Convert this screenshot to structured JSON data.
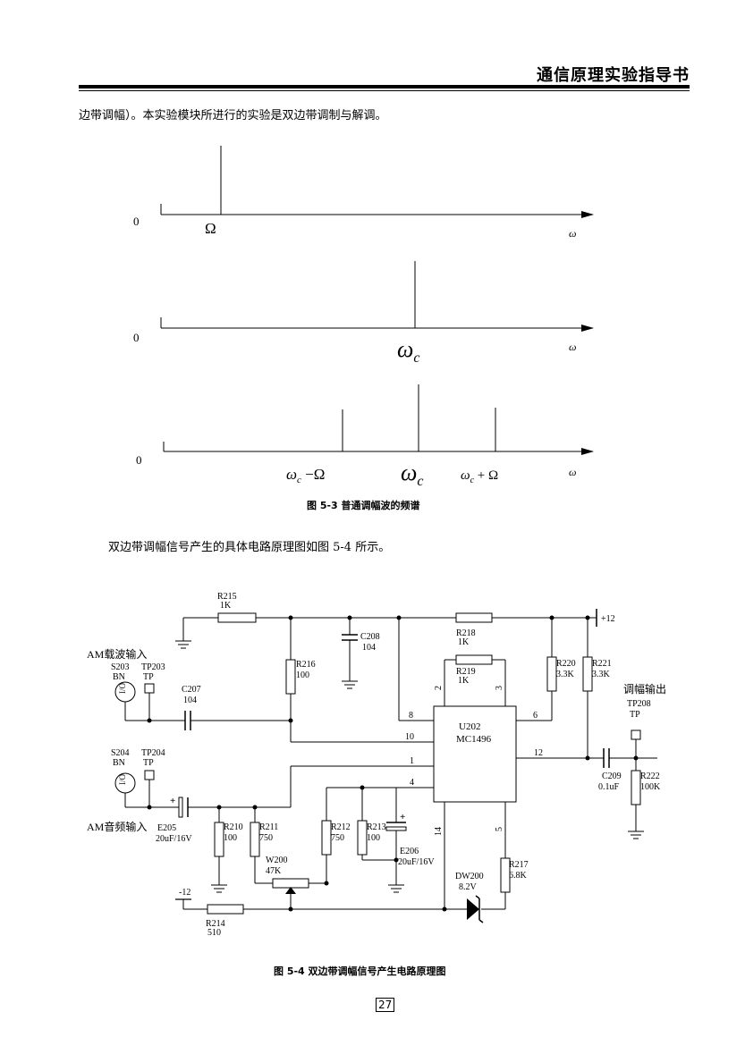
{
  "header": {
    "title": "通信原理实验指导书"
  },
  "intro_text": "边带调幅）。本实验模块所进行的实验是双边带调制与解调。",
  "spectrum": {
    "panels": [
      {
        "origin_label": "0",
        "axis_label": "ω",
        "line_label": "Ω"
      },
      {
        "origin_label": "0",
        "axis_label": "ω",
        "line_label": "ωc"
      },
      {
        "origin_label": "0",
        "axis_label": "ω",
        "lower_label": "ωc −Ω",
        "center_label": "ωc",
        "upper_label": "ωc +Ω"
      }
    ],
    "caption": "图 5-3 普通调幅波的频谱"
  },
  "body_text": "双边带调幅信号产生的具体电路原理图如图 5-4 所示。",
  "circuit": {
    "caption": "图 5-4 双边带调幅信号产生电路原理图",
    "ic": {
      "ref": "U202",
      "part": "MC1496"
    },
    "rail_pos": "+12",
    "rail_neg": "-12",
    "carrier_input": {
      "title": "AM载波输入",
      "switch": "S203",
      "tp": "TP203",
      "bn": "BN",
      "tp_type": "TP"
    },
    "audio_input": {
      "title": "AM音频输入",
      "switch": "S204",
      "tp": "TP204",
      "bn": "BN",
      "tp_type": "TP"
    },
    "output": {
      "title": "调幅输出",
      "tp": "TP208",
      "tp_type": "TP"
    },
    "io_symbol": "I/O",
    "pins": {
      "p1": "1",
      "p2": "2",
      "p3": "3",
      "p4": "4",
      "p5": "5",
      "p6": "6",
      "p8": "8",
      "p10": "10",
      "p12": "12",
      "p14": "14"
    },
    "components": {
      "r215": {
        "ref": "R215",
        "val": "1K"
      },
      "r216": {
        "ref": "R216",
        "val": "100"
      },
      "c208": {
        "ref": "C208",
        "val": "104"
      },
      "r218": {
        "ref": "R218",
        "val": "1K"
      },
      "r219": {
        "ref": "R219",
        "val": "1K"
      },
      "r220": {
        "ref": "R220",
        "val": "3.3K"
      },
      "r221": {
        "ref": "R221",
        "val": "3.3K"
      },
      "c207": {
        "ref": "C207",
        "val": "104"
      },
      "c209": {
        "ref": "C209",
        "val": "0.1uF"
      },
      "r222": {
        "ref": "R222",
        "val": "100K"
      },
      "e205": {
        "ref": "E205",
        "val": "20uF/16V"
      },
      "r210": {
        "ref": "R210",
        "val": "100"
      },
      "r211": {
        "ref": "R211",
        "val": "750"
      },
      "r212": {
        "ref": "R212",
        "val": "750"
      },
      "r213": {
        "ref": "R213",
        "val": "100"
      },
      "e206": {
        "ref": "E206",
        "val": "20uF/16V"
      },
      "w200": {
        "ref": "W200",
        "val": "47K"
      },
      "r217": {
        "ref": "R217",
        "val": "6.8K"
      },
      "dw200": {
        "ref": "DW200",
        "val": "8.2V"
      },
      "r214": {
        "ref": "R214",
        "val": "510"
      }
    }
  },
  "page_number": "27"
}
